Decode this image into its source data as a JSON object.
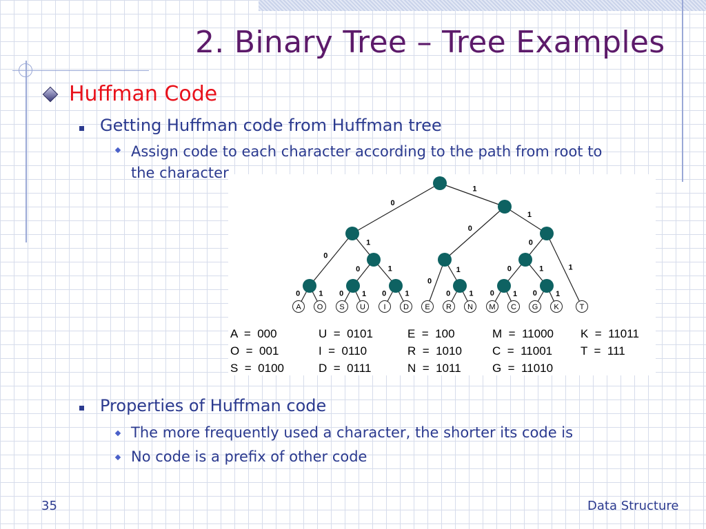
{
  "slide": {
    "title": "2. Binary Tree – Tree Examples",
    "heading": "Huffman Code",
    "bullet1": "Getting Huffman code from Huffman tree",
    "sub1_line1": "Assign code to each character according to the path from root to",
    "sub1_line2": "the character",
    "bullet2": "Properties of Huffman code",
    "sub2a": "The more frequently used a character, the shorter its code is",
    "sub2b": "No code is a prefix of other code",
    "page_number": "35",
    "footer_right": "Data Structure"
  },
  "tree": {
    "node_color": "#0e6262",
    "leaves": [
      "A",
      "O",
      "S",
      "U",
      "I",
      "D",
      "E",
      "R",
      "N",
      "M",
      "C",
      "G",
      "K",
      "T"
    ],
    "edge_labels": [
      "0",
      "1",
      "0",
      "1",
      "0",
      "1",
      "0",
      "1",
      "0",
      "1",
      "0",
      "1",
      "0",
      "1",
      "0",
      "1",
      "0",
      "1",
      "0",
      "1",
      "0",
      "1",
      "0",
      "1",
      "0",
      "1"
    ]
  },
  "codes": [
    {
      "letter": "A",
      "eq": "=",
      "code": "000"
    },
    {
      "letter": "O",
      "eq": "=",
      "code": "001"
    },
    {
      "letter": "S",
      "eq": "=",
      "code": "0100"
    },
    {
      "letter": "U",
      "eq": "=",
      "code": "0101"
    },
    {
      "letter": "I",
      "eq": "=",
      "code": "0110"
    },
    {
      "letter": "D",
      "eq": "=",
      "code": "0111"
    },
    {
      "letter": "E",
      "eq": "=",
      "code": "100"
    },
    {
      "letter": "R",
      "eq": "=",
      "code": "1010"
    },
    {
      "letter": "N",
      "eq": "=",
      "code": "1011"
    },
    {
      "letter": "M",
      "eq": "=",
      "code": "11000"
    },
    {
      "letter": "C",
      "eq": "=",
      "code": "11001"
    },
    {
      "letter": "G",
      "eq": "=",
      "code": "11010"
    },
    {
      "letter": "K",
      "eq": "=",
      "code": "11011"
    },
    {
      "letter": "T",
      "eq": "=",
      "code": "111"
    }
  ]
}
